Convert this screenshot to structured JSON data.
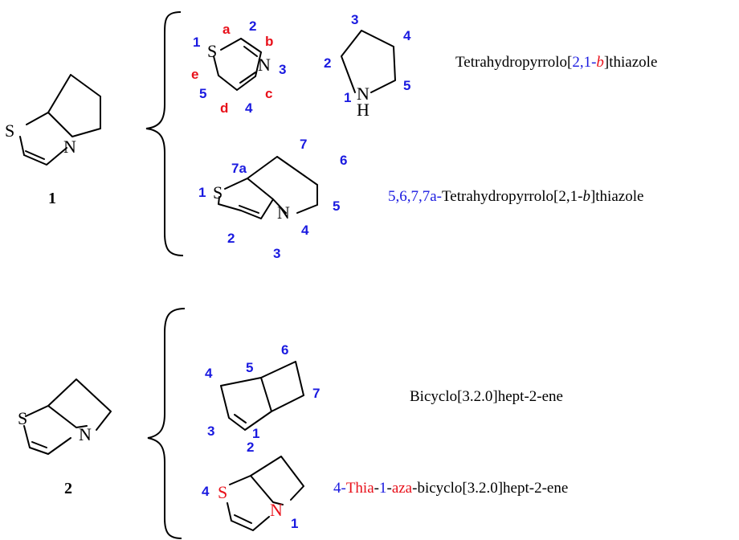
{
  "compounds": {
    "c1": {
      "label": "1"
    },
    "c2": {
      "label": "2"
    }
  },
  "atoms": {
    "S": "S",
    "N": "N",
    "H": "H"
  },
  "thiazole": {
    "nums": [
      "1",
      "2",
      "3",
      "4",
      "5"
    ],
    "bond_letters": [
      "a",
      "b",
      "c",
      "d",
      "e"
    ]
  },
  "pyrrolidine": {
    "nums": [
      "1",
      "2",
      "3",
      "4",
      "5"
    ]
  },
  "fused1": {
    "nums": [
      "1",
      "2",
      "3",
      "4",
      "5",
      "6",
      "7",
      "7a"
    ]
  },
  "bicycloheptene": {
    "nums": [
      "1",
      "2",
      "3",
      "4",
      "5",
      "6",
      "7"
    ]
  },
  "thiaaza": {
    "nums": [
      "1",
      "4"
    ]
  },
  "names": {
    "n1": {
      "p1": "Tetrahydropyrrolo[",
      "p2": "2,1-",
      "p3": "b",
      "p4": "]thiazole"
    },
    "n2": {
      "p1": "5,6,7,7a-",
      "p2": "Tetrahydropyrrolo[2,1-",
      "p3": "b",
      "p4": "]thiazole"
    },
    "n3": {
      "p1": "Bicyclo[3.2.0]hept-2-ene"
    },
    "n4": {
      "p1": "4-",
      "p2": "Thia",
      "p3": "-",
      "p4": "1",
      "p5": "-",
      "p6": "aza",
      "p7": "-bicyclo[3.2.0]hept-2-ene"
    }
  },
  "colors": {
    "locant_blue": "#1a1ae0",
    "highlight_red": "#e8101a",
    "bond": "#000000"
  }
}
